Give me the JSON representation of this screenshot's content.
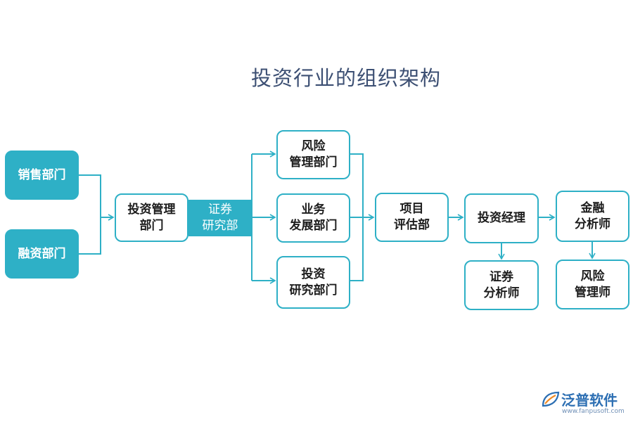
{
  "title": "投资行业的组织架构",
  "nodes": {
    "sales": {
      "lines": [
        "销售部门"
      ]
    },
    "financing": {
      "lines": [
        "融资部门"
      ]
    },
    "invest_mgmt": {
      "lines": [
        "投资管理",
        "部门"
      ]
    },
    "securities_research": {
      "lines": [
        "证券",
        "研究部"
      ]
    },
    "risk_mgmt_dept": {
      "lines": [
        "风险",
        "管理部门"
      ]
    },
    "business_dev": {
      "lines": [
        "业务",
        "发展部门"
      ]
    },
    "invest_research": {
      "lines": [
        "投资",
        "研究部门"
      ]
    },
    "project_eval": {
      "lines": [
        "项目",
        "评估部"
      ]
    },
    "invest_manager": {
      "lines": [
        "投资经理"
      ]
    },
    "securities_analyst": {
      "lines": [
        "证券",
        "分析师"
      ]
    },
    "finance_analyst": {
      "lines": [
        "金融",
        "分析师"
      ]
    },
    "risk_manager": {
      "lines": [
        "风险",
        "管理师"
      ]
    }
  },
  "logo": {
    "name": "泛普软件",
    "url": "www.fanpusoft.com"
  },
  "colors": {
    "accent": "#2eb0c6",
    "title": "#3c4f73",
    "logo": "#2d6fb3"
  }
}
